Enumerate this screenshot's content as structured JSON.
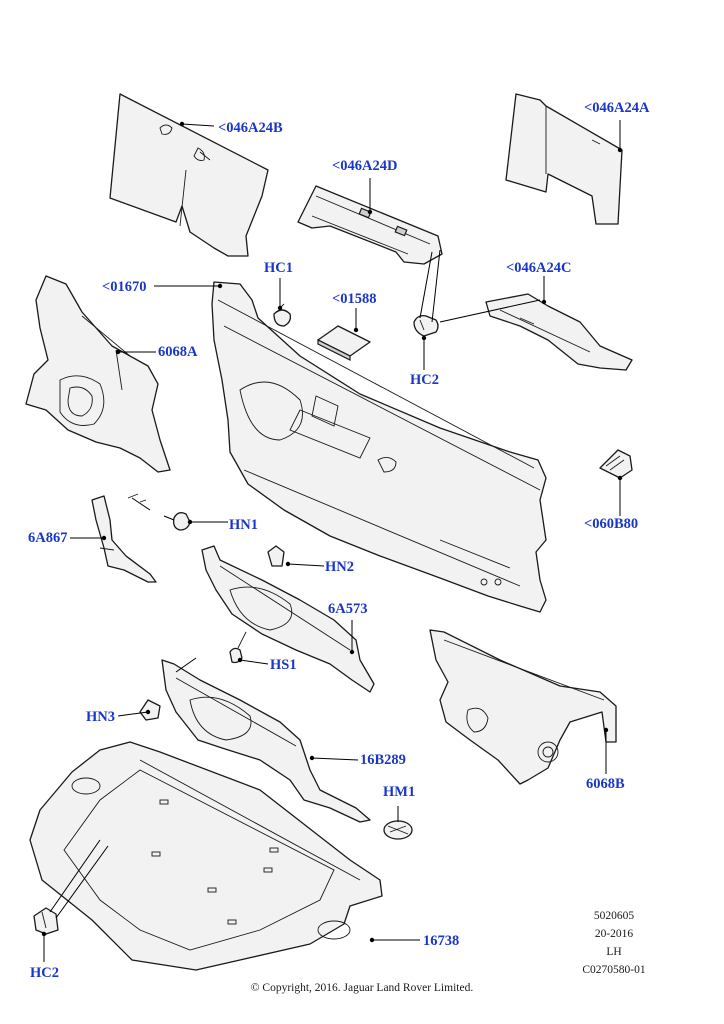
{
  "callouts": {
    "p046A24B": "<046A24B",
    "p046A24A": "<046A24A",
    "p046A24D": "<046A24D",
    "hc1": "HC1",
    "p01670": "<01670",
    "p01588": "<01588",
    "p046A24C": "<046A24C",
    "p6068A": "6068A",
    "hc2_top": "HC2",
    "p060B80": "<060B80",
    "hn1": "HN1",
    "p6A867": "6A867",
    "hn2": "HN2",
    "p6A573": "6A573",
    "hs1": "HS1",
    "hn3": "HN3",
    "p16B289": "16B289",
    "hm1": "HM1",
    "p6068B": "6068B",
    "p16738": "16738",
    "hc2_bottom": "HC2"
  },
  "meta": {
    "line1": "5020605",
    "line2": "20-2016",
    "line3": "LH",
    "line4": "C0270580-01"
  },
  "footer": {
    "copyright": "© Copyright, 2016. Jaguar Land Rover Limited."
  },
  "colors": {
    "callout": "#1a36c8",
    "line": "#1a1a1a",
    "part_fill": "#f2f2f2"
  }
}
